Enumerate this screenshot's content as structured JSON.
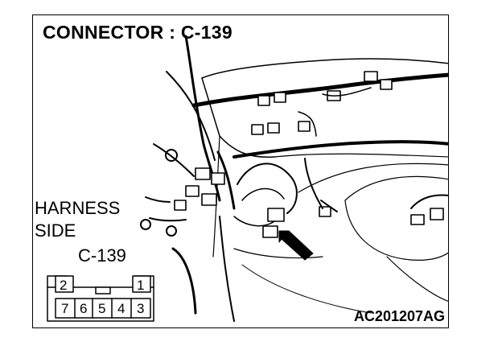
{
  "diagram": {
    "title": "CONNECTOR : C-139",
    "harness_line1": "HARNESS",
    "harness_line2": "SIDE",
    "connector_label": "C-139",
    "figure_code": "AC201207AG",
    "pins_top": [
      "2",
      "1"
    ],
    "pins_bottom": [
      "7",
      "6",
      "5",
      "4",
      "3"
    ]
  }
}
